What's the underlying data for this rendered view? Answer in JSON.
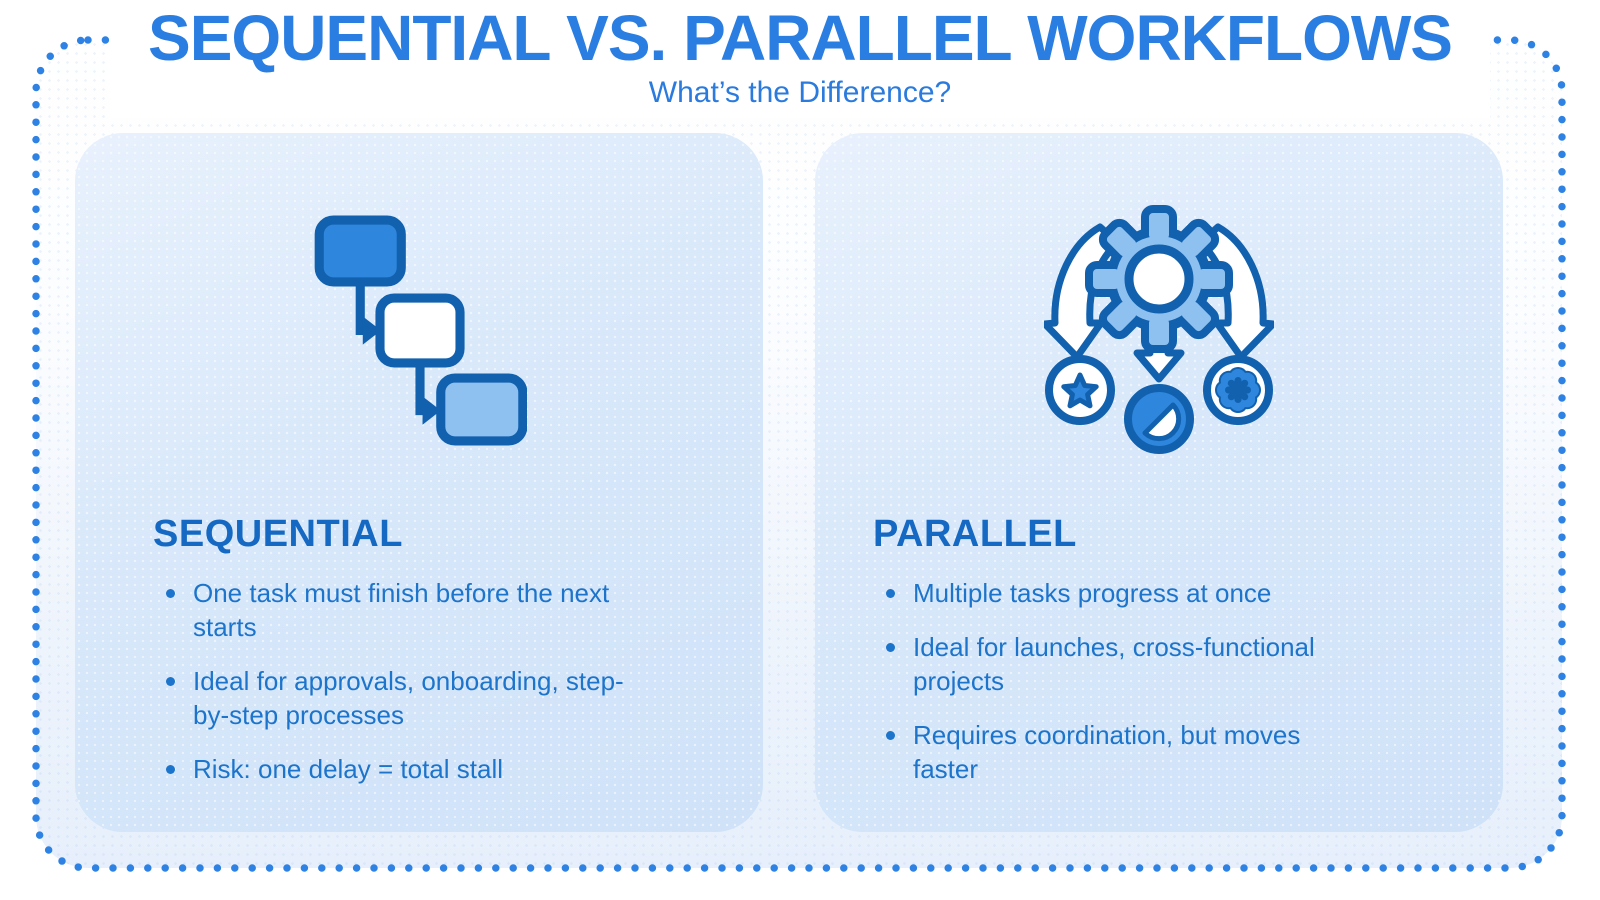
{
  "page": {
    "title": "SEQUENTIAL VS. PARALLEL WORKFLOWS",
    "subtitle": "What’s the Difference?"
  },
  "cards": [
    {
      "heading": "SEQUENTIAL",
      "icon": "sequential-steps-icon",
      "bullets": [
        "One task must finish before the next starts",
        "Ideal for approvals, onboarding, step-by-step processes",
        "Risk: one delay = total stall"
      ]
    },
    {
      "heading": "PARALLEL",
      "icon": "parallel-fanout-icon",
      "bullets": [
        "Multiple tasks progress at once",
        "Ideal for launches, cross-functional projects",
        "Requires coordination, but moves faster"
      ]
    }
  ],
  "icons": {
    "sequential": "three cascading task boxes linked by elbow arrows",
    "parallel": "gear fanning out via three arrows to star, half-disc and flower badges"
  },
  "colors": {
    "accent_blue": "#2a7ee2",
    "heading_blue": "#1569c2",
    "text_blue": "#1d74cb",
    "outline_dark_blue": "#1161ae",
    "mid_blue": "#2e86dd",
    "light_blue": "#8fc1f0",
    "card_bg": "#d8e8fa",
    "dot_border": "#2e82e4"
  }
}
